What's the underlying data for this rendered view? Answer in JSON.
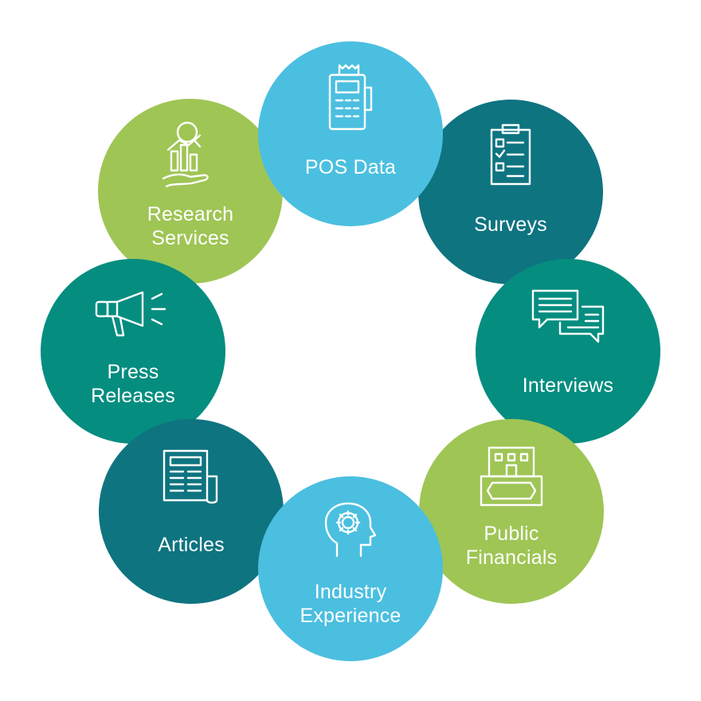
{
  "colors": {
    "light_blue": "#4bbfe0",
    "teal_dark": "#0e7480",
    "teal": "#058d80",
    "green": "#9fc555",
    "icon_stroke": "#ffffff"
  },
  "nodes": [
    {
      "id": "pos-data",
      "icon": "pos-terminal-icon",
      "color": "#4bbfe0",
      "lines": [
        "POS Data"
      ]
    },
    {
      "id": "surveys",
      "icon": "clipboard-checklist-icon",
      "color": "#0e7480",
      "lines": [
        "Surveys"
      ]
    },
    {
      "id": "interviews",
      "icon": "chat-bubbles-icon",
      "color": "#058d80",
      "lines": [
        "Interviews"
      ]
    },
    {
      "id": "public-financials",
      "icon": "building-bank-icon",
      "color": "#9fc555",
      "lines": [
        "Public",
        "Financials"
      ]
    },
    {
      "id": "industry-experience",
      "icon": "head-gear-icon",
      "color": "#4bbfe0",
      "lines": [
        "Industry",
        "Experience"
      ]
    },
    {
      "id": "articles",
      "icon": "newspaper-icon",
      "color": "#0e7480",
      "lines": [
        "Articles"
      ]
    },
    {
      "id": "press-releases",
      "icon": "megaphone-icon",
      "color": "#058d80",
      "lines": [
        "Press",
        "Releases"
      ]
    },
    {
      "id": "research-services",
      "icon": "research-chart-hand-icon",
      "color": "#9fc555",
      "lines": [
        "Research",
        "Services"
      ]
    }
  ]
}
